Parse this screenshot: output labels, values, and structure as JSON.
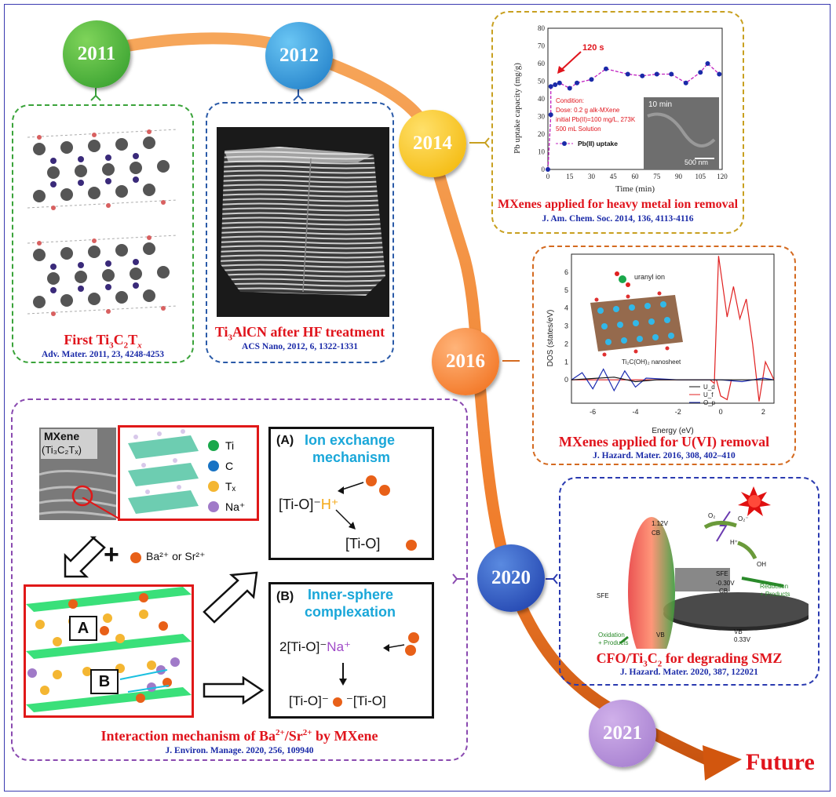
{
  "years": {
    "y2011": "2011",
    "y2012": "2012",
    "y2014": "2014",
    "y2016": "2016",
    "y2020": "2020",
    "y2021": "2021"
  },
  "future_label": "Future",
  "m2011": {
    "title_main": "First Ti",
    "title_sub3": "3",
    "title_c": "C",
    "title_sub2": "2",
    "title_t": "T",
    "title_x": "x",
    "ref": "Adv. Mater. 2011, 23, 4248-4253"
  },
  "m2012": {
    "title_ti": "Ti",
    "title_3": "3",
    "title_rest": "AlCN after HF treatment",
    "ref": "ACS Nano, 2012, 6, 1322-1331"
  },
  "m2014": {
    "title": "MXenes applied for heavy metal ion removal",
    "ref": "J. Am. Chem. Soc. 2014, 136, 4113-4116",
    "ylabel": "Pb uptake capacity (mg/g)",
    "xlabel": "Time (min)",
    "arrow_label": "120 s",
    "cond_title": "Condition:",
    "cond_1": "Dose: 0.2 g  alk-MXene",
    "cond_2": "initial Pb(II)=100 mg/L, 273K",
    "cond_3": "500 mL Solution",
    "legend": "Pb(II) uptake",
    "inset_top": "10 min",
    "inset_scale": "500 nm",
    "xticks": [
      "0",
      "15",
      "30",
      "45",
      "60",
      "75",
      "90",
      "105",
      "120"
    ],
    "yticks": [
      "0",
      "10",
      "20",
      "30",
      "40",
      "50",
      "60",
      "70",
      "80"
    ]
  },
  "m2016": {
    "title": "MXenes applied for U(VI) removal",
    "ref": "J. Hazard. Mater. 2016, 308, 402–410",
    "ylabel": "DOS (states/eV)",
    "xlabel": "Energy (eV)",
    "ion_label": "uranyl ion",
    "sheet_label": "Ti₂C(OH)₂ nanosheet",
    "legend": [
      "U_d",
      "U_f",
      "O_p"
    ],
    "xticks": [
      "-6",
      "-4",
      "-2",
      "0",
      "2"
    ],
    "yticks": [
      "0",
      "1",
      "2",
      "3",
      "4",
      "5",
      "6"
    ]
  },
  "m2020b": {
    "title_main": "CFO/Ti",
    "title_3": "3",
    "title_c": "C",
    "title_2": "2",
    "title_rest": " for degrading SMZ",
    "ref": "J. Hazard. Mater. 2020, 387, 122021",
    "labels": {
      "cb1": "1.12V",
      "cb2": "CB",
      "o2": "O₂",
      "o2r": "O₂⁻",
      "h": "H⁺",
      "oh": "OH",
      "sfe1": "SFE",
      "sfe2": "SFE",
      "v1": "-0.30V",
      "cb3": "CB",
      "vb1": "VB",
      "v2": "0.33V",
      "vb2": "VB",
      "red": "Reduction",
      "products1": "+ Products",
      "ox": "Oxidation",
      "products2": "+ Products"
    }
  },
  "m2020a": {
    "title_main": "Interaction mechanism of Ba",
    "sup1": "2+",
    "slash": "/Sr",
    "sup2": "2+",
    "title_rest": " by MXene",
    "ref": "J. Environ. Manage. 2020, 256, 109940",
    "mxene": "MXene",
    "mxene_formula": "(Ti₃C₂Tₓ)",
    "legend": [
      "Ti",
      "C",
      "Tₓ",
      "Na⁺"
    ],
    "legend_colors": [
      "#1aa84b",
      "#1873c4",
      "#f4b632",
      "#a07ac8"
    ],
    "plus_label": "Ba²⁺ or Sr²⁺",
    "A_head": "(A)",
    "A_title1": "Ion exchange",
    "A_title2": "mechanism",
    "A_eq1": "[Ti-O]⁻",
    "A_h": "H⁺",
    "A_eq2": "[Ti-O]",
    "B_head": "(B)",
    "B_title1": "Inner-sphere",
    "B_title2": "complexation",
    "B_eq1": "2[Ti-O]⁻",
    "B_na": "Na⁺",
    "B_eq2a": "[Ti-O]⁻",
    "B_eq2b": "⁻[Ti-O]",
    "box_A": "A",
    "box_B": "B"
  },
  "colors": {
    "timeline": "#f07c2a",
    "red": "#e0141c",
    "blue": "#1a2aa8"
  }
}
